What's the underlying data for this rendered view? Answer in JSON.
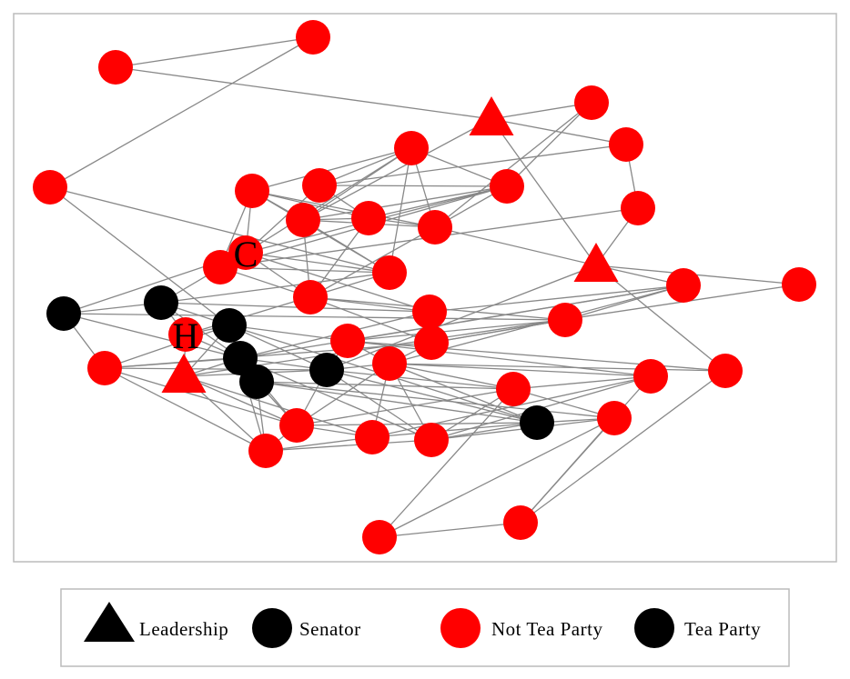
{
  "colors": {
    "not_tea_party": "#ff0000",
    "tea_party": "#000000",
    "edge": "#888888",
    "frame": "#bbbbbb"
  },
  "legend": {
    "leadership": "Leadership",
    "senator": "Senator",
    "not_tea_party": "Not Tea Party",
    "tea_party": "Tea Party"
  },
  "labels": {
    "c": "C",
    "h": "H"
  },
  "graph": {
    "nodes": [
      {
        "id": "n1",
        "shape": "circle",
        "party": "not_tea_party"
      },
      {
        "id": "n2",
        "shape": "circle",
        "party": "not_tea_party"
      },
      {
        "id": "n3",
        "shape": "circle",
        "party": "not_tea_party"
      },
      {
        "id": "n4",
        "shape": "triangle",
        "party": "not_tea_party"
      },
      {
        "id": "n5",
        "shape": "circle",
        "party": "not_tea_party"
      },
      {
        "id": "n6",
        "shape": "circle",
        "party": "not_tea_party"
      },
      {
        "id": "n7",
        "shape": "circle",
        "party": "not_tea_party"
      },
      {
        "id": "n8",
        "shape": "circle",
        "party": "not_tea_party"
      },
      {
        "id": "n9",
        "shape": "circle",
        "party": "not_tea_party"
      },
      {
        "id": "n10",
        "shape": "circle",
        "party": "not_tea_party"
      },
      {
        "id": "n11",
        "shape": "circle",
        "party": "not_tea_party"
      },
      {
        "id": "n12",
        "shape": "circle",
        "party": "not_tea_party"
      },
      {
        "id": "n13",
        "shape": "circle",
        "party": "not_tea_party"
      },
      {
        "id": "n14",
        "shape": "circle",
        "party": "not_tea_party"
      },
      {
        "id": "n15",
        "shape": "circle",
        "party": "not_tea_party"
      },
      {
        "id": "n16",
        "shape": "circle",
        "party": "not_tea_party",
        "label": "C"
      },
      {
        "id": "n17",
        "shape": "circle",
        "party": "not_tea_party"
      },
      {
        "id": "n18",
        "shape": "circle",
        "party": "not_tea_party"
      },
      {
        "id": "n19",
        "shape": "triangle",
        "party": "not_tea_party"
      },
      {
        "id": "n20",
        "shape": "circle",
        "party": "not_tea_party"
      },
      {
        "id": "n21",
        "shape": "circle",
        "party": "not_tea_party"
      },
      {
        "id": "n22",
        "shape": "circle",
        "party": "tea_party"
      },
      {
        "id": "n23",
        "shape": "circle",
        "party": "tea_party"
      },
      {
        "id": "n24",
        "shape": "circle",
        "party": "not_tea_party"
      },
      {
        "id": "n25",
        "shape": "circle",
        "party": "not_tea_party"
      },
      {
        "id": "n26",
        "shape": "circle",
        "party": "not_tea_party",
        "label": "H"
      },
      {
        "id": "n27",
        "shape": "circle",
        "party": "tea_party"
      },
      {
        "id": "n28",
        "shape": "circle",
        "party": "not_tea_party"
      },
      {
        "id": "n29",
        "shape": "circle",
        "party": "not_tea_party"
      },
      {
        "id": "n30",
        "shape": "circle",
        "party": "tea_party"
      },
      {
        "id": "n31",
        "shape": "circle",
        "party": "not_tea_party"
      },
      {
        "id": "n32",
        "shape": "triangle",
        "party": "not_tea_party"
      },
      {
        "id": "n33",
        "shape": "circle",
        "party": "tea_party"
      },
      {
        "id": "n34",
        "shape": "circle",
        "party": "not_tea_party"
      },
      {
        "id": "n35",
        "shape": "circle",
        "party": "not_tea_party"
      },
      {
        "id": "n36",
        "shape": "circle",
        "party": "not_tea_party"
      },
      {
        "id": "n37",
        "shape": "circle",
        "party": "tea_party"
      },
      {
        "id": "n38",
        "shape": "circle",
        "party": "not_tea_party"
      },
      {
        "id": "n39",
        "shape": "circle",
        "party": "not_tea_party"
      },
      {
        "id": "n40",
        "shape": "circle",
        "party": "not_tea_party"
      },
      {
        "id": "n41",
        "shape": "circle",
        "party": "not_tea_party"
      },
      {
        "id": "n42",
        "shape": "circle",
        "party": "tea_party"
      },
      {
        "id": "n43",
        "shape": "circle",
        "party": "not_tea_party"
      },
      {
        "id": "n44",
        "shape": "circle",
        "party": "not_tea_party"
      },
      {
        "id": "n45",
        "shape": "circle",
        "party": "not_tea_party"
      },
      {
        "id": "n46",
        "shape": "circle",
        "party": "not_tea_party"
      }
    ],
    "edges": [
      [
        "n1",
        "n2"
      ],
      [
        "n1",
        "n5"
      ],
      [
        "n2",
        "n4"
      ],
      [
        "n4",
        "n3"
      ],
      [
        "n4",
        "n6"
      ],
      [
        "n4",
        "n19"
      ],
      [
        "n4",
        "n13"
      ],
      [
        "n3",
        "n9"
      ],
      [
        "n3",
        "n14"
      ],
      [
        "n6",
        "n7"
      ],
      [
        "n6",
        "n10"
      ],
      [
        "n7",
        "n19"
      ],
      [
        "n7",
        "n15"
      ],
      [
        "n5",
        "n27"
      ],
      [
        "n5",
        "n17"
      ],
      [
        "n8",
        "n11"
      ],
      [
        "n8",
        "n13"
      ],
      [
        "n8",
        "n9"
      ],
      [
        "n8",
        "n16"
      ],
      [
        "n8",
        "n17"
      ],
      [
        "n8",
        "n14"
      ],
      [
        "n8",
        "n10"
      ],
      [
        "n9",
        "n10"
      ],
      [
        "n9",
        "n12"
      ],
      [
        "n9",
        "n13"
      ],
      [
        "n9",
        "n14"
      ],
      [
        "n9",
        "n15"
      ],
      [
        "n9",
        "n16"
      ],
      [
        "n10",
        "n12"
      ],
      [
        "n10",
        "n16"
      ],
      [
        "n11",
        "n12"
      ],
      [
        "n11",
        "n13"
      ],
      [
        "n11",
        "n14"
      ],
      [
        "n11",
        "n15"
      ],
      [
        "n11",
        "n17"
      ],
      [
        "n11",
        "n16"
      ],
      [
        "n12",
        "n13"
      ],
      [
        "n12",
        "n14"
      ],
      [
        "n12",
        "n18"
      ],
      [
        "n13",
        "n14"
      ],
      [
        "n13",
        "n17"
      ],
      [
        "n13",
        "n18"
      ],
      [
        "n14",
        "n19"
      ],
      [
        "n14",
        "n18"
      ],
      [
        "n15",
        "n16"
      ],
      [
        "n15",
        "n17"
      ],
      [
        "n15",
        "n18"
      ],
      [
        "n16",
        "n17"
      ],
      [
        "n16",
        "n18"
      ],
      [
        "n16",
        "n21"
      ],
      [
        "n16",
        "n22"
      ],
      [
        "n16",
        "n23"
      ],
      [
        "n17",
        "n26"
      ],
      [
        "n17",
        "n22"
      ],
      [
        "n18",
        "n21"
      ],
      [
        "n18",
        "n24"
      ],
      [
        "n18",
        "n25"
      ],
      [
        "n19",
        "n20"
      ],
      [
        "n19",
        "n33"
      ],
      [
        "n19",
        "n28"
      ],
      [
        "n19",
        "n34"
      ],
      [
        "n20",
        "n32"
      ],
      [
        "n21",
        "n22"
      ],
      [
        "n21",
        "n25"
      ],
      [
        "n21",
        "n30"
      ],
      [
        "n21",
        "n28"
      ],
      [
        "n22",
        "n23"
      ],
      [
        "n22",
        "n27"
      ],
      [
        "n22",
        "n26"
      ],
      [
        "n22",
        "n30"
      ],
      [
        "n23",
        "n30"
      ],
      [
        "n23",
        "n31"
      ],
      [
        "n23",
        "n24"
      ],
      [
        "n24",
        "n25"
      ],
      [
        "n24",
        "n28"
      ],
      [
        "n24",
        "n29"
      ],
      [
        "n25",
        "n31"
      ],
      [
        "n25",
        "n24"
      ],
      [
        "n25",
        "n35"
      ],
      [
        "n26",
        "n27"
      ],
      [
        "n26",
        "n30"
      ],
      [
        "n26",
        "n32"
      ],
      [
        "n27",
        "n29"
      ],
      [
        "n27",
        "n30"
      ],
      [
        "n27",
        "n31"
      ],
      [
        "n27",
        "n32"
      ],
      [
        "n27",
        "n33"
      ],
      [
        "n27",
        "n39"
      ],
      [
        "n27",
        "n42"
      ],
      [
        "n28",
        "n29"
      ],
      [
        "n28",
        "n30"
      ],
      [
        "n28",
        "n35"
      ],
      [
        "n29",
        "n33"
      ],
      [
        "n29",
        "n35"
      ],
      [
        "n29",
        "n44"
      ],
      [
        "n29",
        "n34"
      ],
      [
        "n30",
        "n31"
      ],
      [
        "n30",
        "n33"
      ],
      [
        "n30",
        "n38"
      ],
      [
        "n30",
        "n41"
      ],
      [
        "n31",
        "n33"
      ],
      [
        "n31",
        "n38"
      ],
      [
        "n31",
        "n39"
      ],
      [
        "n32",
        "n30"
      ],
      [
        "n32",
        "n33"
      ],
      [
        "n32",
        "n38"
      ],
      [
        "n32",
        "n39"
      ],
      [
        "n32",
        "n40"
      ],
      [
        "n33",
        "n35"
      ],
      [
        "n33",
        "n36"
      ],
      [
        "n33",
        "n38"
      ],
      [
        "n33",
        "n42"
      ],
      [
        "n33",
        "n41"
      ],
      [
        "n34",
        "n35"
      ],
      [
        "n34",
        "n45"
      ],
      [
        "n35",
        "n36"
      ],
      [
        "n35",
        "n38"
      ],
      [
        "n35",
        "n40"
      ],
      [
        "n35",
        "n41"
      ],
      [
        "n35",
        "n42"
      ],
      [
        "n35",
        "n44"
      ],
      [
        "n36",
        "n37"
      ],
      [
        "n36",
        "n38"
      ],
      [
        "n36",
        "n41"
      ],
      [
        "n36",
        "n44"
      ],
      [
        "n36",
        "n43"
      ],
      [
        "n37",
        "n38"
      ],
      [
        "n37",
        "n39"
      ],
      [
        "n37",
        "n42"
      ],
      [
        "n37",
        "n43"
      ],
      [
        "n38",
        "n39"
      ],
      [
        "n38",
        "n40"
      ],
      [
        "n38",
        "n42"
      ],
      [
        "n39",
        "n40"
      ],
      [
        "n39",
        "n41"
      ],
      [
        "n40",
        "n42"
      ],
      [
        "n40",
        "n44"
      ],
      [
        "n41",
        "n42"
      ],
      [
        "n41",
        "n43"
      ],
      [
        "n41",
        "n44"
      ],
      [
        "n42",
        "n43"
      ],
      [
        "n43",
        "n45"
      ],
      [
        "n43",
        "n46"
      ],
      [
        "n44",
        "n45"
      ],
      [
        "n45",
        "n46"
      ],
      [
        "n46",
        "n36"
      ]
    ]
  }
}
